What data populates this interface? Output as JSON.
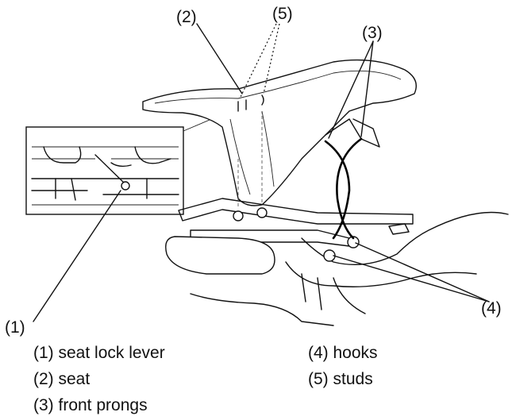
{
  "callouts": {
    "c1": "(1)",
    "c2": "(2)",
    "c3": "(3)",
    "c4": "(4)",
    "c5": "(5)"
  },
  "legend": {
    "item1": "(1) seat lock lever",
    "item2": "(2) seat",
    "item3": "(3) front prongs",
    "item4": "(4) hooks",
    "item5": "(5) studs"
  }
}
